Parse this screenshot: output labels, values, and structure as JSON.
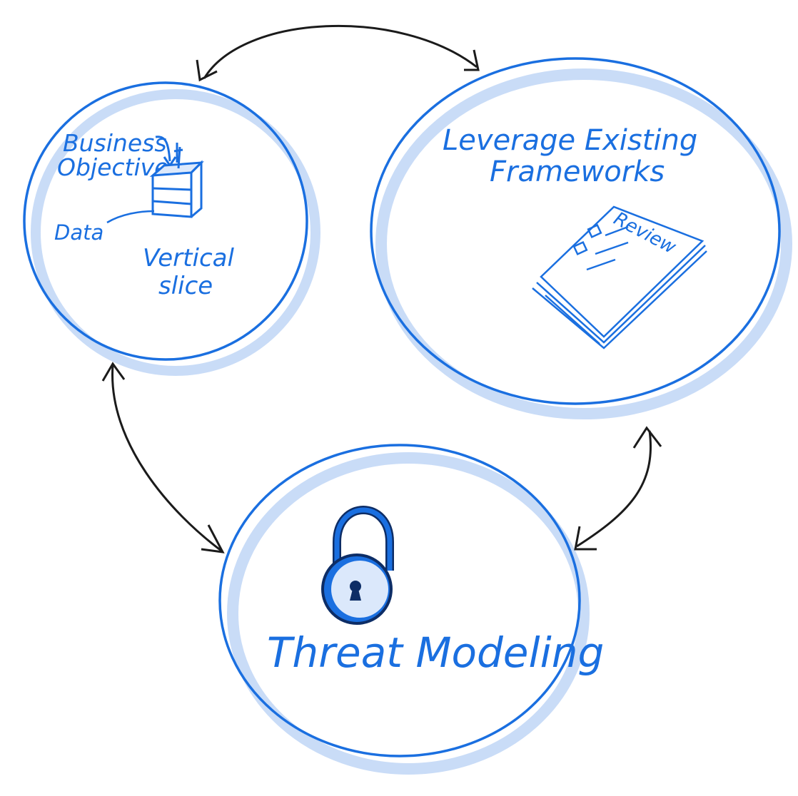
{
  "nodes": {
    "left": {
      "business_line1": "Business",
      "business_line2": "Objective",
      "data_label": "Data",
      "slice_line1": "Vertical",
      "slice_line2": "slice"
    },
    "right": {
      "title_line1": "Leverage Existing",
      "title_line2": "Frameworks",
      "document_label": "Review"
    },
    "bottom": {
      "title": "Threat Modeling"
    }
  },
  "colors": {
    "accent": "#1a6fe0",
    "shadow": "#c9dcf7",
    "arrow": "#1b1b1b"
  },
  "icons": [
    "database-stack-icon",
    "document-stack-icon",
    "padlock-icon"
  ]
}
